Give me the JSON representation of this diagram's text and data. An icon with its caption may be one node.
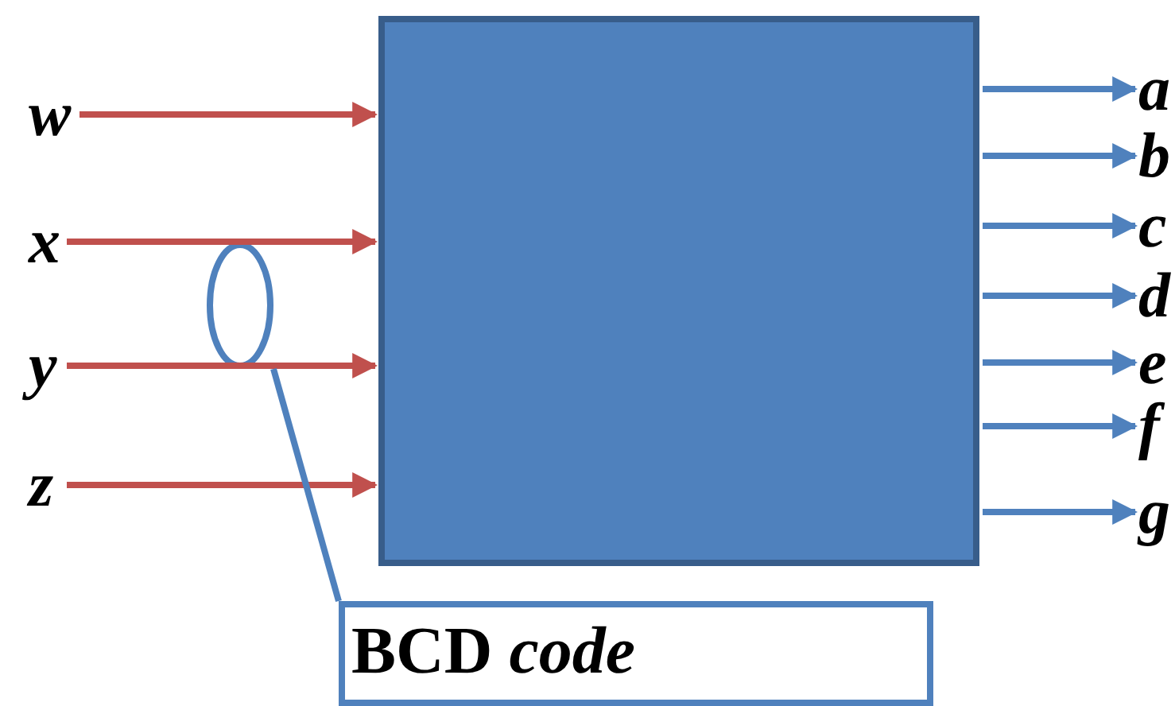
{
  "diagram": {
    "nodes": [
      {
        "text": [
          "w"
        ]
      },
      {
        "text": [
          "x"
        ]
      },
      {
        "text": [
          "y"
        ]
      },
      {
        "text": [
          "z"
        ]
      },
      {
        "text": [],
        "shape": "box"
      },
      {
        "text": [
          "a"
        ]
      },
      {
        "text": [
          "b"
        ]
      },
      {
        "text": [
          "c"
        ]
      },
      {
        "text": [
          "d"
        ]
      },
      {
        "text": [
          "e"
        ]
      },
      {
        "text": [
          "f"
        ]
      },
      {
        "text": [
          "g"
        ]
      },
      {
        "text": [],
        "shape": "ellipse"
      },
      {
        "text": [
          "BCD *code*"
        ]
      }
    ],
    "edges": [
      {
        "from": 0,
        "to": 4,
        "arrow": "to",
        "color": "#c0504d"
      },
      {
        "from": 1,
        "to": 4,
        "arrow": "to",
        "color": "#c0504d"
      },
      {
        "from": 2,
        "to": 4,
        "arrow": "to",
        "color": "#c0504d"
      },
      {
        "from": 3,
        "to": 4,
        "arrow": "to",
        "color": "#c0504d"
      },
      {
        "from": 4,
        "to": 5,
        "arrow": "to"
      },
      {
        "from": 4,
        "to": 6,
        "arrow": "to"
      },
      {
        "from": 4,
        "to": 7,
        "arrow": "to"
      },
      {
        "from": 4,
        "to": 8,
        "arrow": "to"
      },
      {
        "from": 4,
        "to": 9,
        "arrow": "to"
      },
      {
        "from": 4,
        "to": 10,
        "arrow": "to"
      },
      {
        "from": 4,
        "to": 11,
        "arrow": "to"
      },
      {
        "from": 13,
        "to": 12,
        "arrow": "none"
      }
    ]
  }
}
